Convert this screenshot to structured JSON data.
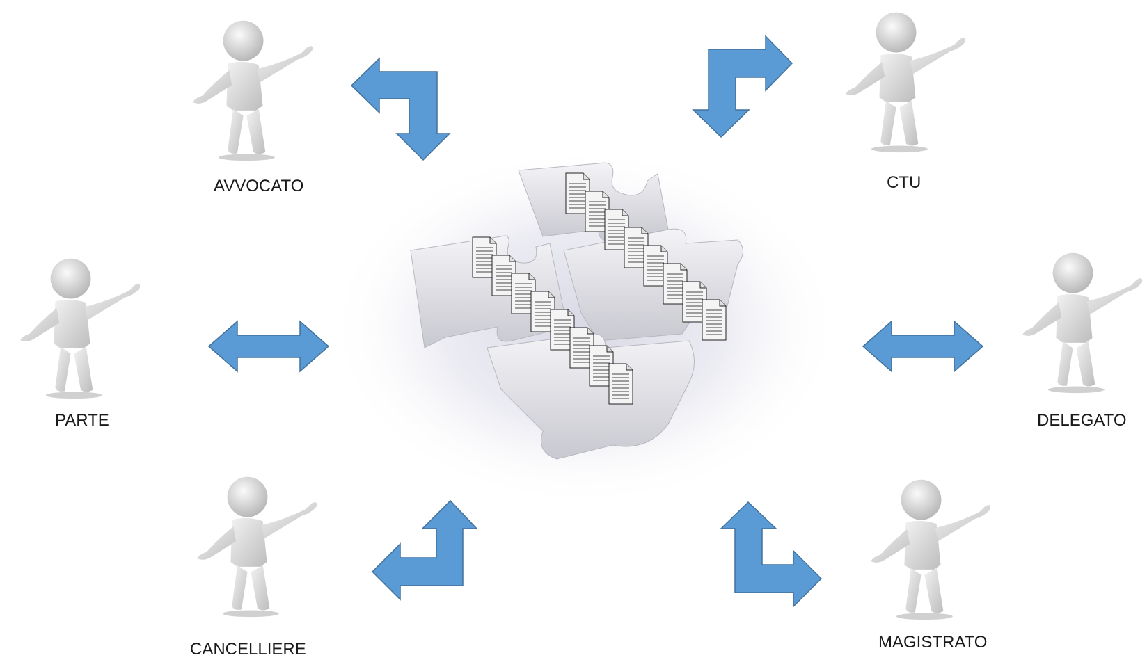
{
  "diagram": {
    "actors": [
      {
        "id": "avvocato",
        "label": "AVVOCATO"
      },
      {
        "id": "ctu",
        "label": "CTU"
      },
      {
        "id": "parte",
        "label": "PARTE"
      },
      {
        "id": "delegato",
        "label": "DELEGATO"
      },
      {
        "id": "cancelliere",
        "label": "CANCELLIERE"
      },
      {
        "id": "magistrato",
        "label": "MAGISTRATO"
      }
    ],
    "connector_icon": "bidirectional-arrow-icon",
    "center_icon": "puzzle-documents-icon",
    "colors": {
      "arrow_fill": "#5B9BD5",
      "arrow_stroke": "#41719C",
      "figure": "#d8d8d8",
      "puzzle": "#e3e3e8"
    }
  }
}
